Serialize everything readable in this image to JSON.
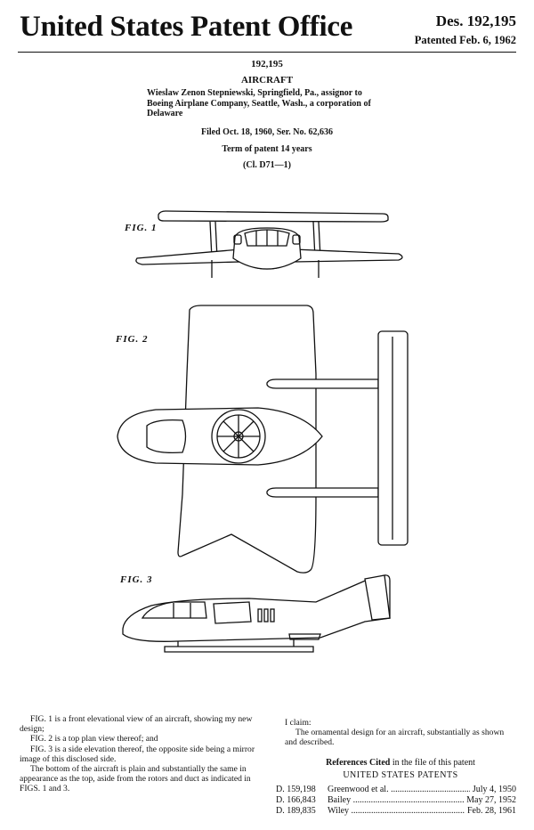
{
  "header": {
    "office": "United States Patent Office",
    "design_number": "Des. 192,195",
    "patented": "Patented Feb. 6, 1962"
  },
  "patent": {
    "number": "192,195",
    "title": "AIRCRAFT",
    "inventor": "Wieslaw Zenon Stepniewski, Springfield, Pa., assignor to Boeing Airplane Company, Seattle, Wash., a corporation of Delaware",
    "filed": "Filed Oct. 18, 1960, Ser. No. 62,636",
    "term": "Term of patent 14 years",
    "classification": "(Cl. D71—1)"
  },
  "figures": {
    "fig1": "FIG. 1",
    "fig2": "FIG. 2",
    "fig3": "FIG. 3"
  },
  "description": [
    "FIG. 1 is a front elevational view of an aircraft, showing my new design;",
    "FIG. 2 is a top plan view thereof; and",
    "FIG. 3 is a side elevation thereof, the opposite side being a mirror image of this disclosed side.",
    "The bottom of the aircraft is plain and substantially the same in appearance as the top, aside from the rotors and duct as indicated in FIGS. 1 and 3."
  ],
  "claim": {
    "heading": "I claim:",
    "text": "The ornamental design for an aircraft, substantially as shown and described."
  },
  "references": {
    "heading_bold": "References Cited",
    "heading_rest": " in the file of this patent",
    "subheading": "UNITED STATES PATENTS",
    "rows": [
      {
        "number": "D. 159,198",
        "name": "Greenwood et al.",
        "date": "July 4, 1950"
      },
      {
        "number": "D. 166,843",
        "name": "Bailey",
        "date": "May 27, 1952"
      },
      {
        "number": "D. 189,835",
        "name": "Wiley",
        "date": "Feb. 28, 1961"
      }
    ]
  }
}
